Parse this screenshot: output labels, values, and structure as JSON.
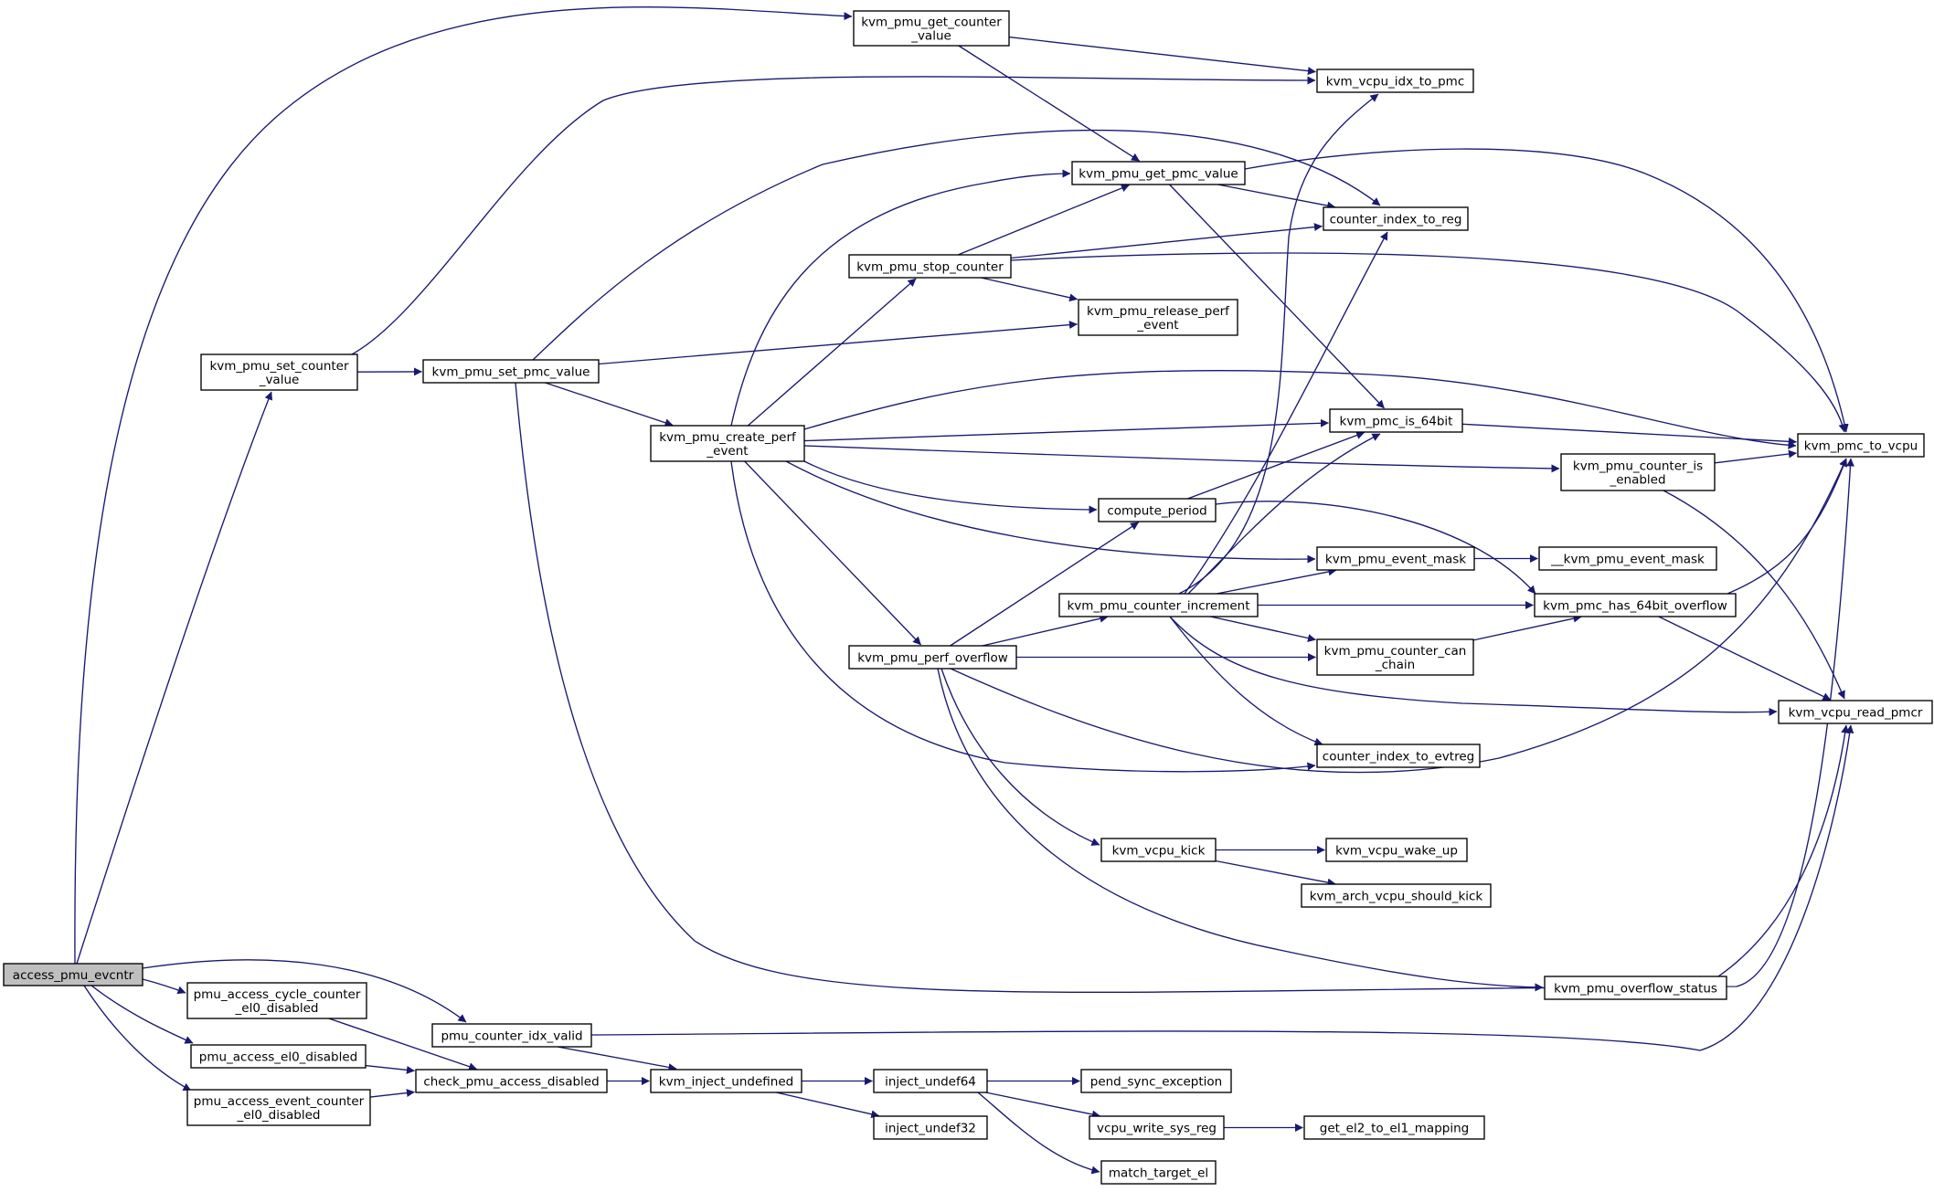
{
  "graph": {
    "edge_color": "#191970",
    "root_fill": "#bfbfbf",
    "nodes": [
      {
        "id": "access_pmu_evcntr",
        "lines": [
          "access_pmu_evcntr"
        ],
        "root": true
      },
      {
        "id": "kvm_pmu_get_counter_value",
        "lines": [
          "kvm_pmu_get_counter",
          "_value"
        ]
      },
      {
        "id": "kvm_vcpu_idx_to_pmc",
        "lines": [
          "kvm_vcpu_idx_to_pmc"
        ]
      },
      {
        "id": "kvm_pmu_get_pmc_value",
        "lines": [
          "kvm_pmu_get_pmc_value"
        ]
      },
      {
        "id": "counter_index_to_reg",
        "lines": [
          "counter_index_to_reg"
        ]
      },
      {
        "id": "kvm_pmu_stop_counter",
        "lines": [
          "kvm_pmu_stop_counter"
        ]
      },
      {
        "id": "kvm_pmu_release_perf_event",
        "lines": [
          "kvm_pmu_release_perf",
          "_event"
        ]
      },
      {
        "id": "kvm_pmu_set_counter_value",
        "lines": [
          "kvm_pmu_set_counter",
          "_value"
        ]
      },
      {
        "id": "kvm_pmu_set_pmc_value",
        "lines": [
          "kvm_pmu_set_pmc_value"
        ]
      },
      {
        "id": "kvm_pmu_create_perf_event",
        "lines": [
          "kvm_pmu_create_perf",
          "_event"
        ]
      },
      {
        "id": "kvm_pmc_is_64bit",
        "lines": [
          "kvm_pmc_is_64bit"
        ]
      },
      {
        "id": "kvm_pmc_to_vcpu",
        "lines": [
          "kvm_pmc_to_vcpu"
        ]
      },
      {
        "id": "kvm_pmu_counter_is_enabled",
        "lines": [
          "kvm_pmu_counter_is",
          "_enabled"
        ]
      },
      {
        "id": "compute_period",
        "lines": [
          "compute_period"
        ]
      },
      {
        "id": "kvm_pmu_event_mask",
        "lines": [
          "kvm_pmu_event_mask"
        ]
      },
      {
        "id": "__kvm_pmu_event_mask",
        "lines": [
          "__kvm_pmu_event_mask"
        ]
      },
      {
        "id": "kvm_pmu_counter_increment",
        "lines": [
          "kvm_pmu_counter_increment"
        ]
      },
      {
        "id": "kvm_pmc_has_64bit_overflow",
        "lines": [
          "kvm_pmc_has_64bit_overflow"
        ]
      },
      {
        "id": "kvm_pmu_perf_overflow",
        "lines": [
          "kvm_pmu_perf_overflow"
        ]
      },
      {
        "id": "kvm_pmu_counter_can_chain",
        "lines": [
          "kvm_pmu_counter_can",
          "_chain"
        ]
      },
      {
        "id": "kvm_vcpu_read_pmcr",
        "lines": [
          "kvm_vcpu_read_pmcr"
        ]
      },
      {
        "id": "counter_index_to_evtreg",
        "lines": [
          "counter_index_to_evtreg"
        ]
      },
      {
        "id": "kvm_vcpu_kick",
        "lines": [
          "kvm_vcpu_kick"
        ]
      },
      {
        "id": "kvm_vcpu_wake_up",
        "lines": [
          "kvm_vcpu_wake_up"
        ]
      },
      {
        "id": "kvm_arch_vcpu_should_kick",
        "lines": [
          "kvm_arch_vcpu_should_kick"
        ]
      },
      {
        "id": "kvm_pmu_overflow_status",
        "lines": [
          "kvm_pmu_overflow_status"
        ]
      },
      {
        "id": "pmu_access_cycle_counter_el0_disabled",
        "lines": [
          "pmu_access_cycle_counter",
          "_el0_disabled"
        ]
      },
      {
        "id": "pmu_counter_idx_valid",
        "lines": [
          "pmu_counter_idx_valid"
        ]
      },
      {
        "id": "pmu_access_el0_disabled",
        "lines": [
          "pmu_access_el0_disabled"
        ]
      },
      {
        "id": "check_pmu_access_disabled",
        "lines": [
          "check_pmu_access_disabled"
        ]
      },
      {
        "id": "kvm_inject_undefined",
        "lines": [
          "kvm_inject_undefined"
        ]
      },
      {
        "id": "inject_undef64",
        "lines": [
          "inject_undef64"
        ]
      },
      {
        "id": "pend_sync_exception",
        "lines": [
          "pend_sync_exception"
        ]
      },
      {
        "id": "pmu_access_event_counter_el0_disabled",
        "lines": [
          "pmu_access_event_counter",
          "_el0_disabled"
        ]
      },
      {
        "id": "vcpu_write_sys_reg",
        "lines": [
          "vcpu_write_sys_reg"
        ]
      },
      {
        "id": "get_el2_to_el1_mapping",
        "lines": [
          "get_el2_to_el1_mapping"
        ]
      },
      {
        "id": "inject_undef32",
        "lines": [
          "inject_undef32"
        ]
      },
      {
        "id": "match_target_el",
        "lines": [
          "match_target_el"
        ]
      }
    ],
    "edges": [
      {
        "from": "access_pmu_evcntr",
        "to": "kvm_pmu_get_counter_value"
      },
      {
        "from": "access_pmu_evcntr",
        "to": "kvm_pmu_set_counter_value"
      },
      {
        "from": "access_pmu_evcntr",
        "to": "pmu_counter_idx_valid"
      },
      {
        "from": "access_pmu_evcntr",
        "to": "pmu_access_cycle_counter_el0_disabled"
      },
      {
        "from": "access_pmu_evcntr",
        "to": "pmu_access_el0_disabled"
      },
      {
        "from": "access_pmu_evcntr",
        "to": "pmu_access_event_counter_el0_disabled"
      },
      {
        "from": "kvm_pmu_get_counter_value",
        "to": "kvm_vcpu_idx_to_pmc"
      },
      {
        "from": "kvm_pmu_get_counter_value",
        "to": "kvm_pmu_get_pmc_value"
      },
      {
        "from": "kvm_pmu_get_pmc_value",
        "to": "counter_index_to_reg"
      },
      {
        "from": "kvm_pmu_get_pmc_value",
        "to": "kvm_pmc_is_64bit"
      },
      {
        "from": "kvm_pmu_get_pmc_value",
        "to": "kvm_pmc_to_vcpu"
      },
      {
        "from": "kvm_pmu_stop_counter",
        "to": "kvm_pmu_get_pmc_value"
      },
      {
        "from": "kvm_pmu_stop_counter",
        "to": "counter_index_to_reg"
      },
      {
        "from": "kvm_pmu_stop_counter",
        "to": "kvm_pmu_release_perf_event"
      },
      {
        "from": "kvm_pmu_stop_counter",
        "to": "kvm_pmc_to_vcpu"
      },
      {
        "from": "kvm_pmu_set_counter_value",
        "to": "kvm_vcpu_idx_to_pmc"
      },
      {
        "from": "kvm_pmu_set_counter_value",
        "to": "kvm_pmu_set_pmc_value"
      },
      {
        "from": "kvm_pmu_set_pmc_value",
        "to": "counter_index_to_reg"
      },
      {
        "from": "kvm_pmu_set_pmc_value",
        "to": "kvm_pmu_release_perf_event"
      },
      {
        "from": "kvm_pmu_set_pmc_value",
        "to": "kvm_pmu_create_perf_event"
      },
      {
        "from": "kvm_pmu_set_pmc_value",
        "to": "kvm_pmc_to_vcpu"
      },
      {
        "from": "kvm_pmu_create_perf_event",
        "to": "kvm_pmu_get_pmc_value"
      },
      {
        "from": "kvm_pmu_create_perf_event",
        "to": "kvm_pmu_stop_counter"
      },
      {
        "from": "kvm_pmu_create_perf_event",
        "to": "kvm_pmc_to_vcpu"
      },
      {
        "from": "kvm_pmu_create_perf_event",
        "to": "kvm_pmc_is_64bit"
      },
      {
        "from": "kvm_pmu_create_perf_event",
        "to": "kvm_pmu_counter_is_enabled"
      },
      {
        "from": "kvm_pmu_create_perf_event",
        "to": "compute_period"
      },
      {
        "from": "kvm_pmu_create_perf_event",
        "to": "kvm_pmu_event_mask"
      },
      {
        "from": "kvm_pmu_create_perf_event",
        "to": "kvm_pmu_perf_overflow"
      },
      {
        "from": "kvm_pmu_create_perf_event",
        "to": "counter_index_to_evtreg"
      },
      {
        "from": "kvm_pmc_is_64bit",
        "to": "kvm_pmc_to_vcpu"
      },
      {
        "from": "kvm_pmu_counter_is_enabled",
        "to": "kvm_pmc_to_vcpu"
      },
      {
        "from": "kvm_pmu_counter_is_enabled",
        "to": "kvm_vcpu_read_pmcr"
      },
      {
        "from": "compute_period",
        "to": "kvm_pmc_is_64bit"
      },
      {
        "from": "compute_period",
        "to": "kvm_pmc_has_64bit_overflow"
      },
      {
        "from": "kvm_pmu_event_mask",
        "to": "__kvm_pmu_event_mask"
      },
      {
        "from": "kvm_pmu_counter_increment",
        "to": "kvm_vcpu_idx_to_pmc"
      },
      {
        "from": "kvm_pmu_counter_increment",
        "to": "counter_index_to_reg"
      },
      {
        "from": "kvm_pmu_counter_increment",
        "to": "kvm_pmc_is_64bit"
      },
      {
        "from": "kvm_pmu_counter_increment",
        "to": "kvm_pmu_event_mask"
      },
      {
        "from": "kvm_pmu_counter_increment",
        "to": "kvm_pmc_has_64bit_overflow"
      },
      {
        "from": "kvm_pmu_counter_increment",
        "to": "kvm_pmu_counter_can_chain"
      },
      {
        "from": "kvm_pmu_counter_increment",
        "to": "kvm_vcpu_read_pmcr"
      },
      {
        "from": "kvm_pmu_counter_increment",
        "to": "counter_index_to_evtreg"
      },
      {
        "from": "kvm_pmc_has_64bit_overflow",
        "to": "kvm_pmc_to_vcpu"
      },
      {
        "from": "kvm_pmc_has_64bit_overflow",
        "to": "kvm_vcpu_read_pmcr"
      },
      {
        "from": "kvm_pmu_counter_can_chain",
        "to": "kvm_pmc_has_64bit_overflow"
      },
      {
        "from": "kvm_pmu_perf_overflow",
        "to": "compute_period"
      },
      {
        "from": "kvm_pmu_perf_overflow",
        "to": "kvm_pmu_counter_increment"
      },
      {
        "from": "kvm_pmu_perf_overflow",
        "to": "kvm_pmu_counter_can_chain"
      },
      {
        "from": "kvm_pmu_perf_overflow",
        "to": "kvm_pmc_to_vcpu"
      },
      {
        "from": "kvm_pmu_perf_overflow",
        "to": "kvm_vcpu_kick"
      },
      {
        "from": "kvm_pmu_perf_overflow",
        "to": "kvm_pmu_overflow_status"
      },
      {
        "from": "kvm_vcpu_kick",
        "to": "kvm_vcpu_wake_up"
      },
      {
        "from": "kvm_vcpu_kick",
        "to": "kvm_arch_vcpu_should_kick"
      },
      {
        "from": "kvm_pmu_overflow_status",
        "to": "kvm_vcpu_read_pmcr"
      },
      {
        "from": "pmu_access_cycle_counter_el0_disabled",
        "to": "check_pmu_access_disabled"
      },
      {
        "from": "pmu_access_el0_disabled",
        "to": "check_pmu_access_disabled"
      },
      {
        "from": "pmu_access_event_counter_el0_disabled",
        "to": "check_pmu_access_disabled"
      },
      {
        "from": "check_pmu_access_disabled",
        "to": "kvm_inject_undefined"
      },
      {
        "from": "pmu_counter_idx_valid",
        "to": "kvm_inject_undefined"
      },
      {
        "from": "pmu_counter_idx_valid",
        "to": "kvm_vcpu_read_pmcr"
      },
      {
        "from": "kvm_inject_undefined",
        "to": "inject_undef64"
      },
      {
        "from": "kvm_inject_undefined",
        "to": "inject_undef32"
      },
      {
        "from": "inject_undef64",
        "to": "pend_sync_exception"
      },
      {
        "from": "inject_undef64",
        "to": "vcpu_write_sys_reg"
      },
      {
        "from": "inject_undef64",
        "to": "match_target_el"
      },
      {
        "from": "vcpu_write_sys_reg",
        "to": "get_el2_to_el1_mapping"
      }
    ]
  }
}
